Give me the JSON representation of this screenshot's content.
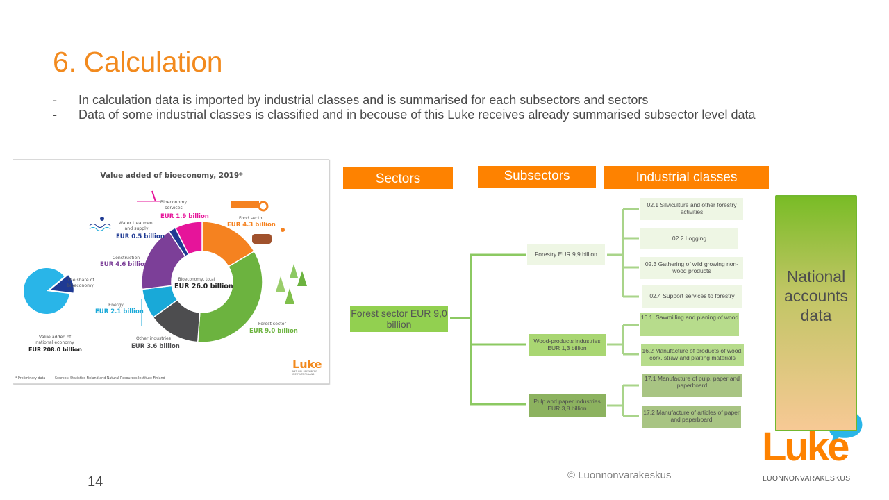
{
  "slide": {
    "title": "6. Calculation",
    "bullets": [
      {
        "dash": "-",
        "text": "In calculation data is imported by industrial classes and is summarised for each subsectors and sectors"
      },
      {
        "dash": "-",
        "text": "Data of some industrial classes is classified and in becouse of this Luke receives already summarised subsector level data"
      }
    ],
    "page_number": "14",
    "copyright": "© Luonnonvarakeskus"
  },
  "infographic": {
    "title": "Value added of bioeconomy, 2019*",
    "center_label": "Bioeconomy, total",
    "center_value": "EUR 26.0 billion",
    "segments": [
      {
        "name": "Food sector",
        "value": "EUR 4.3 billion",
        "amount": 4.3,
        "color": "#f58220"
      },
      {
        "name": "Forest sector",
        "value": "EUR 9.0 billion",
        "amount": 9.0,
        "color": "#6cb33f"
      },
      {
        "name": "Other industries",
        "value": "EUR 3.6 billion",
        "amount": 3.6,
        "color": "#4d4d4f"
      },
      {
        "name": "Energy",
        "value": "EUR 2.1 billion",
        "amount": 2.1,
        "color": "#19a9d8"
      },
      {
        "name": "Construction",
        "value": "EUR 4.6 billion",
        "amount": 4.6,
        "color": "#7c3f98"
      },
      {
        "name": "Water treatment and supply",
        "value": "EUR 0.5 billion",
        "amount": 0.5,
        "color": "#1f3a93"
      },
      {
        "name": "Bioeconomy services",
        "value": "EUR 1.9 billion",
        "amount": 1.9,
        "color": "#e6149a"
      }
    ],
    "share": {
      "label": "The share of bioeconomy",
      "percent_label": "13%",
      "percent": 13,
      "national_label": "Value added of national economy",
      "national_value": "EUR 208.0 billion",
      "main_color": "#29b5e8",
      "slice_color": "#1f3a93"
    },
    "footnote": "* Preliminary data",
    "sources": "Sources: Statistics Finland and Natural Resources Institute Finland",
    "logo": "Luke",
    "logo_sub": "NATURAL RESOURCES INSTITUTE FINLAND"
  },
  "headers": {
    "sectors": "Sectors",
    "subsectors": "Subsectors",
    "industrial_classes": "Industrial classes"
  },
  "tree": {
    "sector": "Forest sector EUR 9,0 billion",
    "subsectors": [
      {
        "label": "Forestry EUR 9,9 billion",
        "classes": [
          "02.1 Silviculture and other forestry activities",
          "02.2 Logging",
          "02.3 Gathering of wild growing non-wood products",
          "02.4 Support services to forestry"
        ]
      },
      {
        "label": "Wood-products industries EUR 1,3 billion",
        "classes": [
          "16.1. Sawmilling and planing of wood",
          "16.2 Manufacture of products of wood, cork, straw and plaiting materials"
        ]
      },
      {
        "label": "Pulp and paper industries EUR 3,8 billion",
        "classes": [
          "17.1 Manufacture of pulp, paper and paperboard",
          "17.2 Manufacture of articles of paper and paperboard"
        ]
      }
    ],
    "colors": {
      "sector": "#92d050",
      "line": "#8cc962",
      "forestry": "#eef6e4",
      "wood": "#a9d672",
      "pulp": "#8cb25f"
    }
  },
  "national_accounts": "National accounts data",
  "logo": {
    "text": "Luke",
    "sub": "LUONNONVARAKESKUS"
  }
}
